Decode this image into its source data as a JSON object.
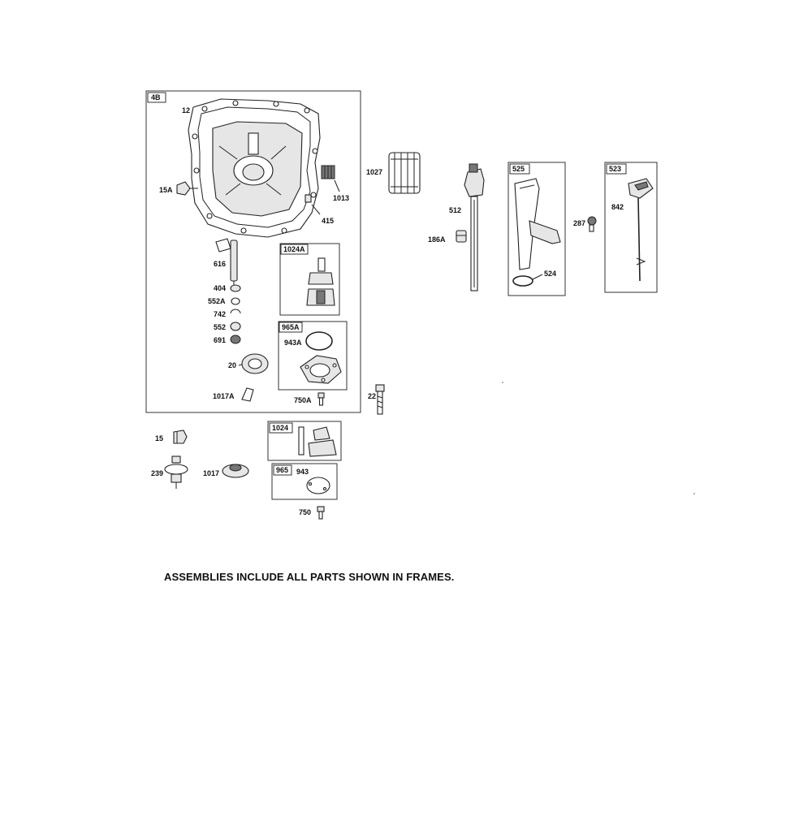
{
  "frames": {
    "main": "4B",
    "pump_a": "1024A",
    "cover_a": "965A",
    "pump": "1024",
    "cover": "965",
    "tube": "525",
    "dipstick": "523"
  },
  "labels": {
    "p12": "12",
    "p15A": "15A",
    "p1013": "1013",
    "p415": "415",
    "p616": "616",
    "p404": "404",
    "p552A": "552A",
    "p742": "742",
    "p552": "552",
    "p691": "691",
    "p20": "20",
    "p1017A": "1017A",
    "p943A": "943A",
    "p750A": "750A",
    "p22": "22",
    "p1027": "1027",
    "p512": "512",
    "p186A": "186A",
    "p524": "524",
    "p287": "287",
    "p842": "842",
    "p15": "15",
    "p239": "239",
    "p1017": "1017",
    "p943": "943",
    "p750": "750"
  },
  "footnote": "ASSEMBLIES INCLUDE ALL PARTS SHOWN IN FRAMES."
}
